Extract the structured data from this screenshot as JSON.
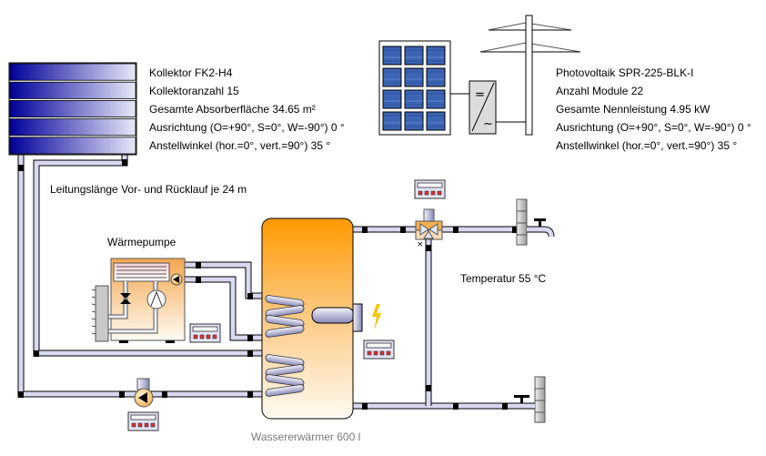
{
  "solar_collector": {
    "lines": [
      "Kollektor FK2-H4",
      "Kollektoranzahl 15",
      "Gesamte Absorberfläche 34.65 m²",
      "Ausrichtung (O=+90°, S=0°, W=-90°) 0 °",
      "Anstellwinkel (hor.=0°, vert.=90°) 35 °"
    ],
    "panel_count": 5
  },
  "photovoltaic": {
    "lines": [
      "Photovoltaik SPR-225-BLK-I",
      "Anzahl Module 22",
      "Gesamte Nennleistung 4.95 kW",
      "Ausrichtung (O=+90°, S=0°, W=-90°) 0 °",
      "Anstellwinkel (hor.=0°, vert.=90°) 35 °"
    ],
    "inverter_dc_symbol": "=",
    "inverter_ac_symbol": "~"
  },
  "pipe_length_label": "Leitungslänge Vor- und Rücklauf je 24 m",
  "heat_pump_label": "Wärmepumpe",
  "storage_tank_label": "Wassererwärmer 600 l",
  "temperature_label": "Temperatur 55 °C",
  "colors": {
    "collector_dark": "#00009a",
    "collector_light": "#e8e8f8",
    "tank_top": "#ff9900",
    "tank_bottom": "#fffaf2",
    "pipe_fill": "#d8d8f0",
    "pv_cell": "#3c64b4",
    "bolt": "#f5c400"
  }
}
